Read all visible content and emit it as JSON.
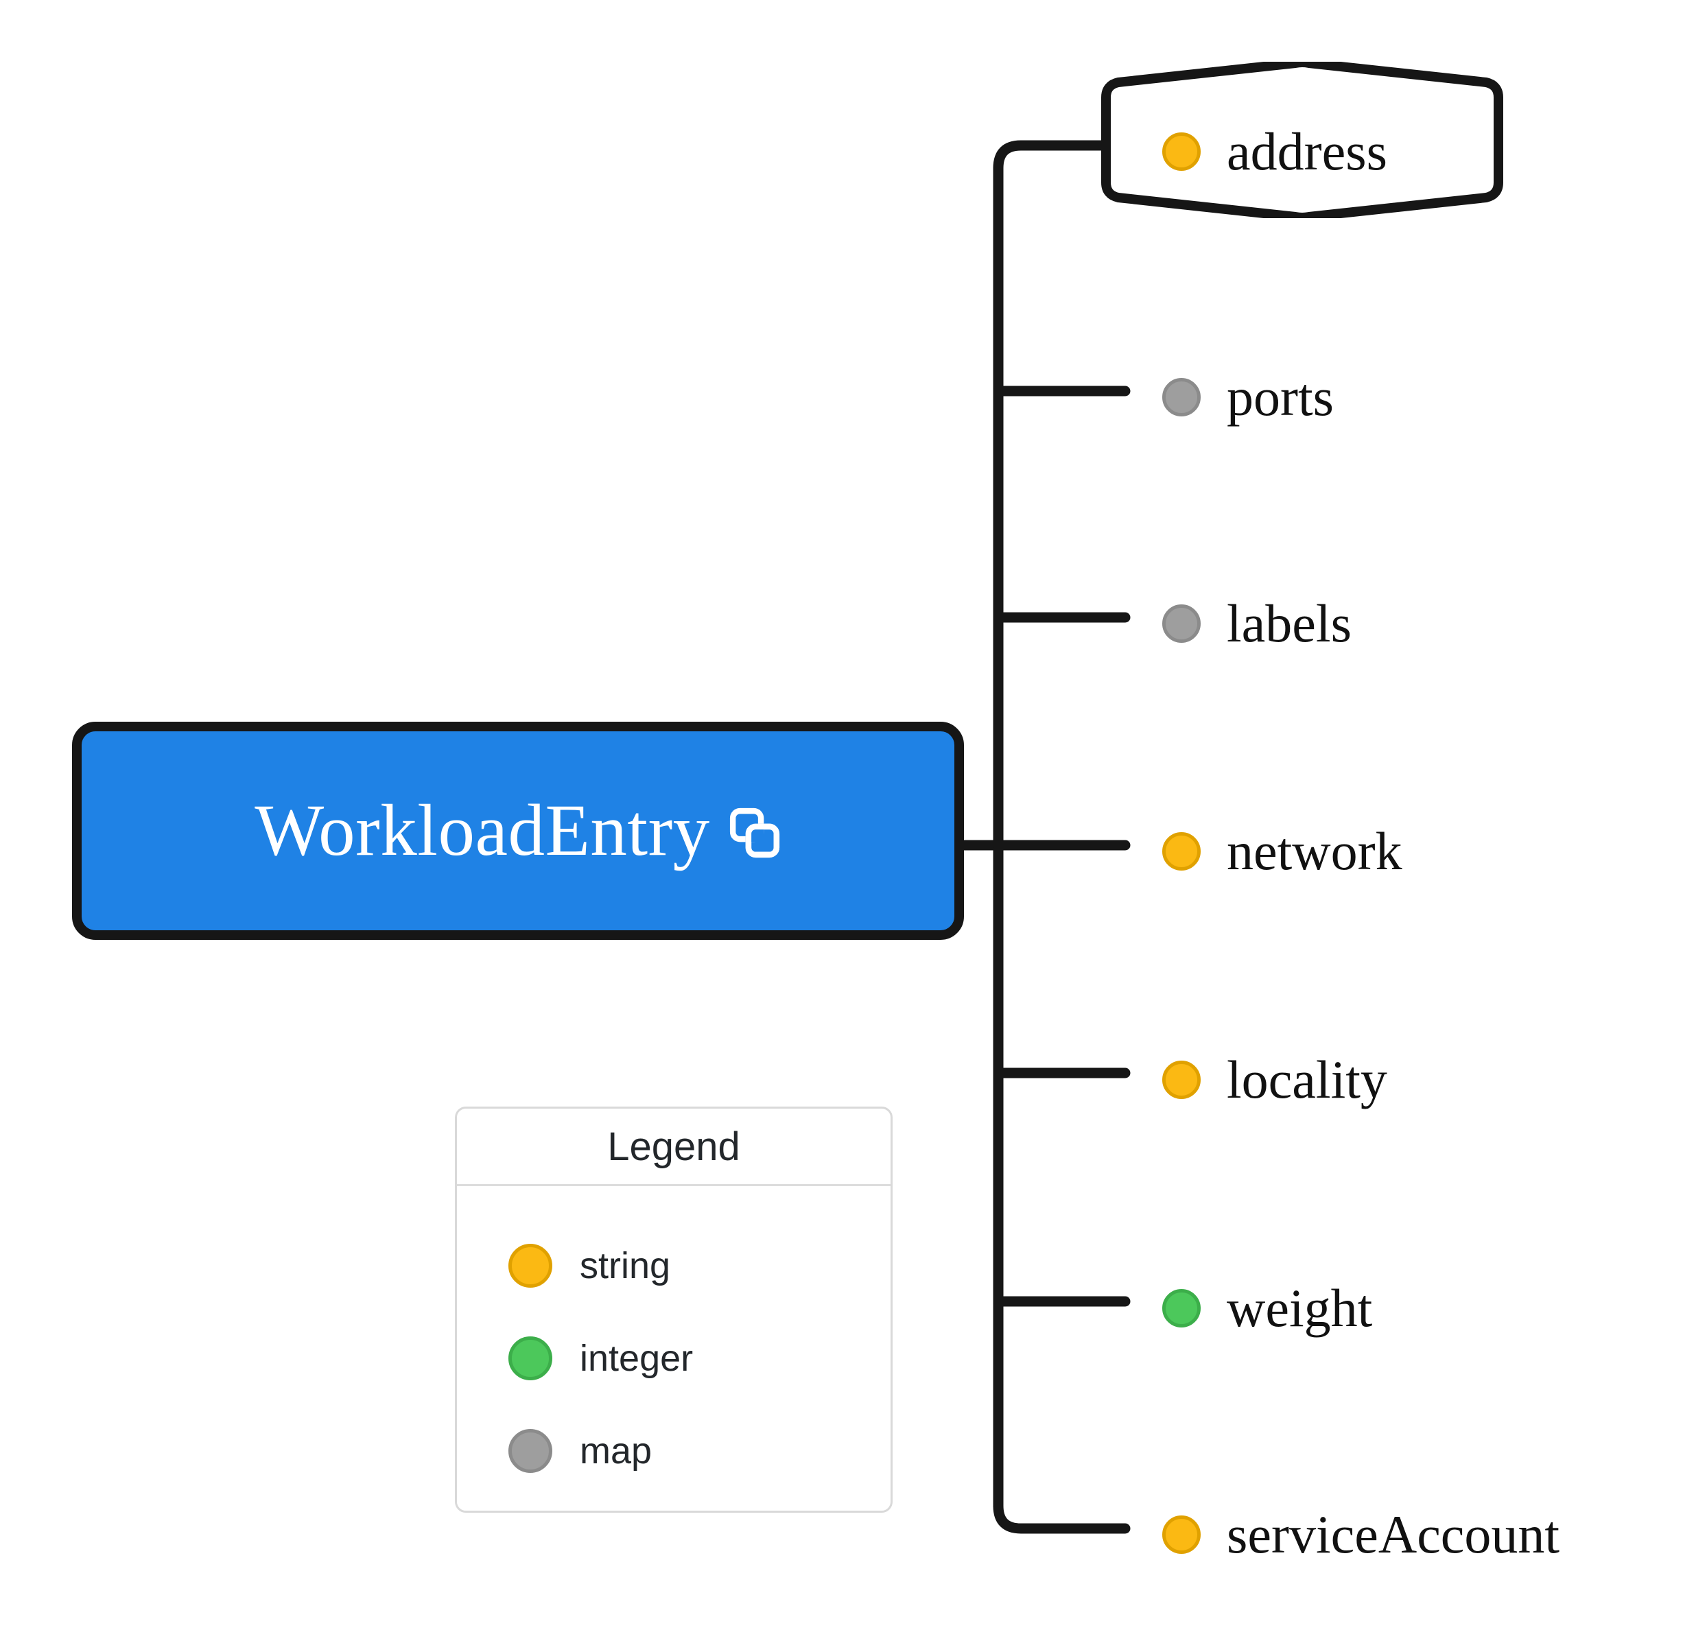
{
  "diagram": {
    "type": "mindmap",
    "root": {
      "label": "WorkloadEntry",
      "icon": "copy-icon",
      "fill_color": "#1f82e5",
      "border_color": "#161616",
      "text_color": "#ffffff"
    },
    "branches": [
      {
        "label": "address",
        "type": "string",
        "color": "#fbb913",
        "shape": "hexagon"
      },
      {
        "label": "ports",
        "type": "map",
        "color": "#9e9e9e",
        "shape": "none"
      },
      {
        "label": "labels",
        "type": "map",
        "color": "#9e9e9e",
        "shape": "none"
      },
      {
        "label": "network",
        "type": "string",
        "color": "#fbb913",
        "shape": "none"
      },
      {
        "label": "locality",
        "type": "string",
        "color": "#fbb913",
        "shape": "none"
      },
      {
        "label": "weight",
        "type": "integer",
        "color": "#4cc85b",
        "shape": "none"
      },
      {
        "label": "serviceAccount",
        "type": "string",
        "color": "#fbb913",
        "shape": "none"
      }
    ]
  },
  "legend": {
    "title": "Legend",
    "items": [
      {
        "label": "string",
        "color": "#fbb913"
      },
      {
        "label": "integer",
        "color": "#4cc85b"
      },
      {
        "label": "map",
        "color": "#9e9e9e"
      }
    ]
  }
}
